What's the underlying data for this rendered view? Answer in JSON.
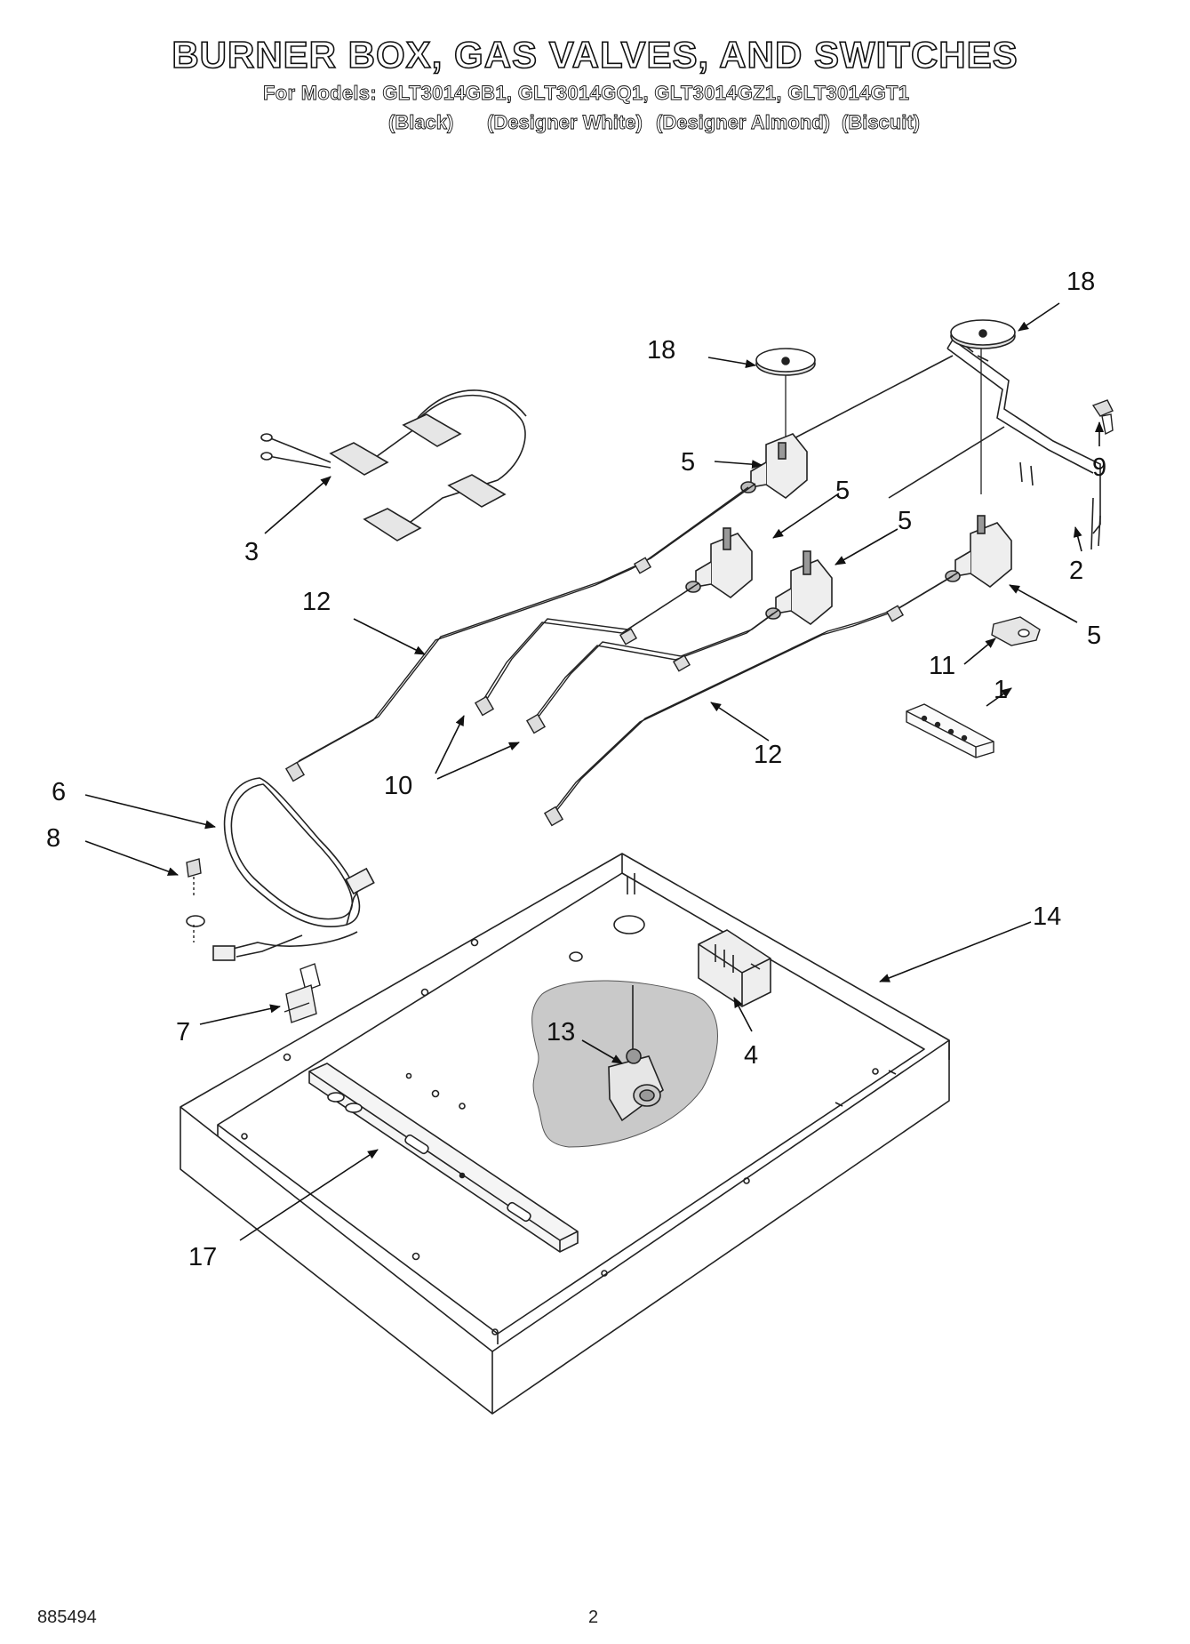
{
  "header": {
    "title": "BURNER BOX, GAS VALVES, AND SWITCHES",
    "models_line": "For Models: GLT3014GB1, GLT3014GQ1, GLT3014GZ1, GLT3014GT1",
    "variants": [
      "(Black)",
      "(Designer White)",
      "(Designer Almond)",
      "(Biscuit)"
    ]
  },
  "callouts": {
    "c18a": "18",
    "c18b": "18",
    "c5a": "5",
    "c5b": "5",
    "c5c": "5",
    "c5d": "5",
    "c9": "9",
    "c2": "2",
    "c3": "3",
    "c12a": "12",
    "c12b": "12",
    "c11": "11",
    "c1": "1",
    "c10": "10",
    "c6": "6",
    "c8": "8",
    "c7": "7",
    "c13": "13",
    "c4": "4",
    "c14": "14",
    "c17": "17"
  },
  "footer": {
    "doc_number": "885494",
    "page_number": "2"
  }
}
